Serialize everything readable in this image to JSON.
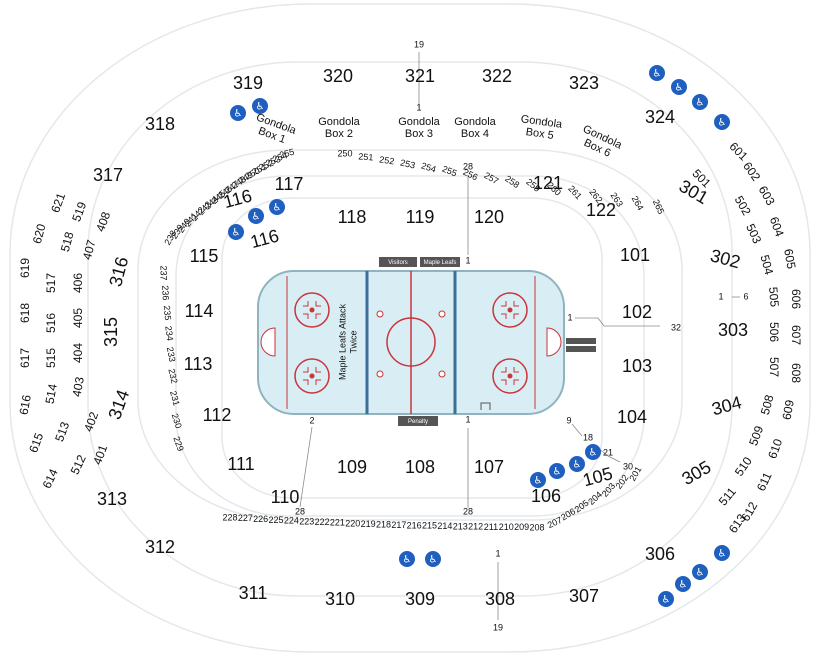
{
  "colors": {
    "ice": "#d9eef4",
    "rink_border": "#8fb3bf",
    "faceoff": "#c8353a",
    "blue_line": "#3a6f9a",
    "bench": "#555555",
    "accessible": "#1f5fbf"
  },
  "ice_labels": {
    "visitors": "Visitors",
    "home": "Maple Leafs",
    "penalty": "Penalty",
    "center_logo": [
      "Maple Leafs Attack",
      "Twice"
    ]
  },
  "sections_100": [
    {
      "label": "101"
    },
    {
      "label": "102"
    },
    {
      "label": "103"
    },
    {
      "label": "104"
    },
    {
      "label": "105"
    },
    {
      "label": "106"
    },
    {
      "label": "107"
    },
    {
      "label": "108"
    },
    {
      "label": "109"
    },
    {
      "label": "110"
    },
    {
      "label": "111"
    },
    {
      "label": "112"
    },
    {
      "label": "113"
    },
    {
      "label": "114"
    },
    {
      "label": "115"
    },
    {
      "label": "116"
    },
    {
      "label": "116"
    },
    {
      "label": "117"
    },
    {
      "label": "118"
    },
    {
      "label": "119"
    },
    {
      "label": "120"
    },
    {
      "label": "121"
    },
    {
      "label": "122"
    }
  ],
  "sections_300": [
    {
      "label": "301"
    },
    {
      "label": "302"
    },
    {
      "label": "303"
    },
    {
      "label": "304"
    },
    {
      "label": "305"
    },
    {
      "label": "306"
    },
    {
      "label": "307"
    },
    {
      "label": "308"
    },
    {
      "label": "309"
    },
    {
      "label": "310"
    },
    {
      "label": "311"
    },
    {
      "label": "312"
    },
    {
      "label": "313"
    },
    {
      "label": "314"
    },
    {
      "label": "315"
    },
    {
      "label": "316"
    },
    {
      "label": "317"
    },
    {
      "label": "318"
    },
    {
      "label": "319"
    },
    {
      "label": "320"
    },
    {
      "label": "321"
    },
    {
      "label": "322"
    },
    {
      "label": "323"
    },
    {
      "label": "324"
    }
  ],
  "sections_400": [
    {
      "label": "401"
    },
    {
      "label": "402"
    },
    {
      "label": "403"
    },
    {
      "label": "404"
    },
    {
      "label": "405"
    },
    {
      "label": "406"
    },
    {
      "label": "407"
    },
    {
      "label": "408"
    }
  ],
  "sections_500": [
    {
      "label": "501"
    },
    {
      "label": "502"
    },
    {
      "label": "503"
    },
    {
      "label": "504"
    },
    {
      "label": "505"
    },
    {
      "label": "506"
    },
    {
      "label": "507"
    },
    {
      "label": "508"
    },
    {
      "label": "509"
    },
    {
      "label": "510"
    },
    {
      "label": "511"
    },
    {
      "label": "512"
    },
    {
      "label": "513"
    },
    {
      "label": "514"
    },
    {
      "label": "515"
    },
    {
      "label": "516"
    },
    {
      "label": "517"
    },
    {
      "label": "518"
    },
    {
      "label": "519"
    }
  ],
  "sections_600": [
    {
      "label": "601"
    },
    {
      "label": "602"
    },
    {
      "label": "603"
    },
    {
      "label": "604"
    },
    {
      "label": "605"
    },
    {
      "label": "606"
    },
    {
      "label": "607"
    },
    {
      "label": "608"
    },
    {
      "label": "609"
    },
    {
      "label": "610"
    },
    {
      "label": "611"
    },
    {
      "label": "612"
    },
    {
      "label": "613"
    },
    {
      "label": "614"
    },
    {
      "label": "615"
    },
    {
      "label": "616"
    },
    {
      "label": "617"
    },
    {
      "label": "618"
    },
    {
      "label": "619"
    },
    {
      "label": "620"
    },
    {
      "label": "621"
    }
  ],
  "gondola_boxes": [
    {
      "line1": "Gondola",
      "line2": "Box 1"
    },
    {
      "line1": "Gondola",
      "line2": "Box 2"
    },
    {
      "line1": "Gondola",
      "line2": "Box 3"
    },
    {
      "line1": "Gondola",
      "line2": "Box 4"
    },
    {
      "line1": "Gondola",
      "line2": "Box 5"
    },
    {
      "line1": "Gondola",
      "line2": "Box 6"
    }
  ],
  "sections_200": [
    "201",
    "202",
    "203",
    "204",
    "205",
    "206",
    "207",
    "208",
    "209",
    "210",
    "211",
    "212",
    "213",
    "214",
    "215",
    "216",
    "217",
    "218",
    "219",
    "220",
    "221",
    "222",
    "223",
    "224",
    "225",
    "226",
    "227",
    "228",
    "229",
    "230",
    "231",
    "232",
    "233",
    "234",
    "235",
    "236",
    "237",
    "238",
    "239",
    "240",
    "241",
    "242",
    "243",
    "244",
    "245",
    "246",
    "247",
    "248",
    "249",
    "250",
    "251",
    "252",
    "253",
    "254",
    "255",
    "256",
    "257",
    "258",
    "259",
    "260",
    "261",
    "262",
    "263",
    "264",
    "265"
  ],
  "row_numbers": [
    {
      "label": "19"
    },
    {
      "label": "1"
    },
    {
      "label": "28"
    },
    {
      "label": "1"
    },
    {
      "label": "1"
    },
    {
      "label": "28"
    },
    {
      "label": "1"
    },
    {
      "label": "19"
    },
    {
      "label": "2"
    },
    {
      "label": "28"
    },
    {
      "label": "1"
    },
    {
      "label": "32"
    },
    {
      "label": "1"
    },
    {
      "label": "6"
    },
    {
      "label": "9"
    },
    {
      "label": "18"
    },
    {
      "label": "21"
    },
    {
      "label": "30"
    }
  ],
  "accessible_icon": "wheelchair-icon",
  "accessible_glyph": "♿"
}
